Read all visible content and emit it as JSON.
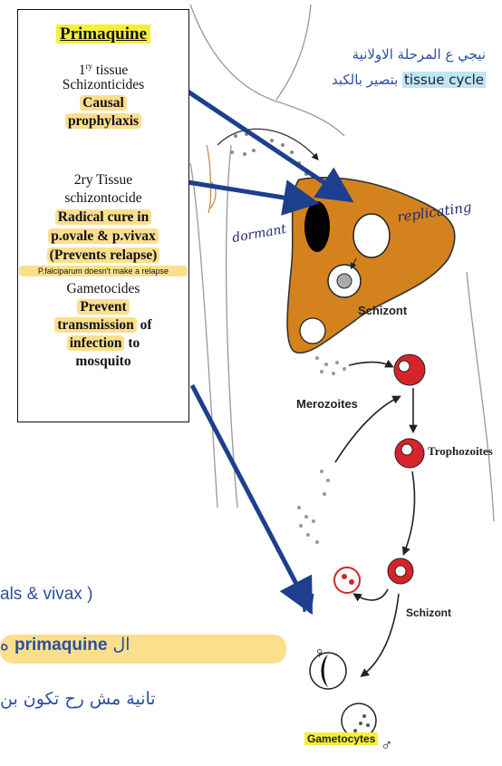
{
  "panel": {
    "title": "Primaquine",
    "primary_prefix": "1",
    "primary_sup": "ry",
    "primary_suffix": " tissue",
    "schizonticides": "Schizonticides",
    "causal": "Causal",
    "prophylaxis": "prophylaxis",
    "secondary": "2ry Tissue",
    "schizontocide": "schizontocide",
    "radical_cure": "Radical cure in",
    "species": "p.ovale & p.vivax",
    "prevents_relapse": "(Prevents relapse)",
    "falciparum_note": "P.falciparum doesn't make a  relapse",
    "gametocides": "Gametocides",
    "prevent": "Prevent",
    "transmission_bold": "transmission",
    "transmission_rest": " of",
    "infection_bold": "infection",
    "infection_rest": " to",
    "mosquito": "mosquito"
  },
  "annotation": {
    "line1": "نيجي ع المرحلة الاولانية",
    "line2_english": "tissue cycle",
    "line2_arabic": " بتصير بالكبد"
  },
  "handwriting": {
    "dormant": "dormant",
    "replicating": "replicating"
  },
  "diagram_labels": {
    "schizont_top": "Schizont",
    "merozoites": "Merozoites",
    "trophozoites": "Trophozoites",
    "schizont_bottom": "Schizont",
    "gametocytes": "Gametocytes",
    "female_symbol": "♀",
    "male_symbol": "♂"
  },
  "bottom_text": {
    "line1": "als & vivax )",
    "line2_bold": "primaquine",
    "line2_prefix": "ال ",
    "line2_suffix": " ه",
    "line3": "تانية مش رح تكون بن"
  },
  "colors": {
    "liver": "#d4821e",
    "arrow": "#1d3f8e",
    "title_highlight": "#f6ef3a",
    "orange_highlight": "#fcdf8c",
    "blue_highlight": "#bfe5f7",
    "cell_red": "#d8232a"
  }
}
